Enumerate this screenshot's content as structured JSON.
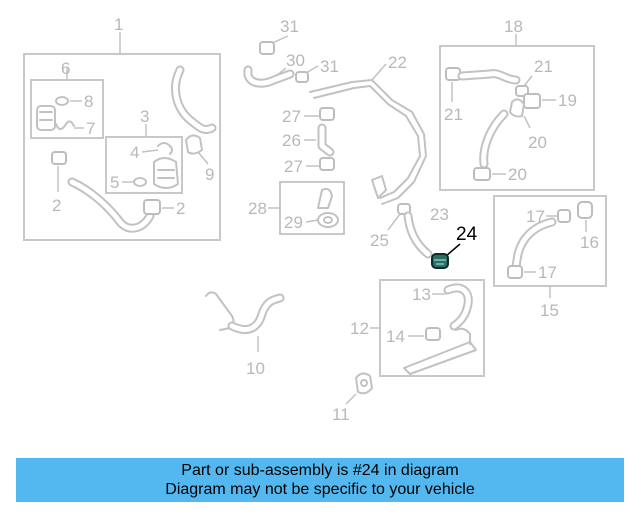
{
  "diagram": {
    "callouts": {
      "c1": "1",
      "c2a": "2",
      "c2b": "2",
      "c3": "3",
      "c4": "4",
      "c5": "5",
      "c6": "6",
      "c7": "7",
      "c8": "8",
      "c9": "9",
      "c10": "10",
      "c11": "11",
      "c12": "12",
      "c13": "13",
      "c14": "14",
      "c15": "15",
      "c16": "16",
      "c17a": "17",
      "c17b": "17",
      "c18": "18",
      "c19": "19",
      "c20a": "20",
      "c20b": "20",
      "c21a": "21",
      "c21b": "21",
      "c22": "22",
      "c23": "23",
      "c25": "25",
      "c26": "26",
      "c27a": "27",
      "c27b": "27",
      "c28": "28",
      "c29": "29",
      "c30": "30",
      "c31a": "31",
      "c31b": "31"
    },
    "highlight": {
      "callout": "24",
      "color": "#2a6e66"
    },
    "line_color": "#c2c2c2"
  },
  "banner": {
    "line1": "Part or sub-assembly is #24 in diagram",
    "line2": "Diagram may not be specific to your vehicle",
    "background": "#54b8f0"
  }
}
